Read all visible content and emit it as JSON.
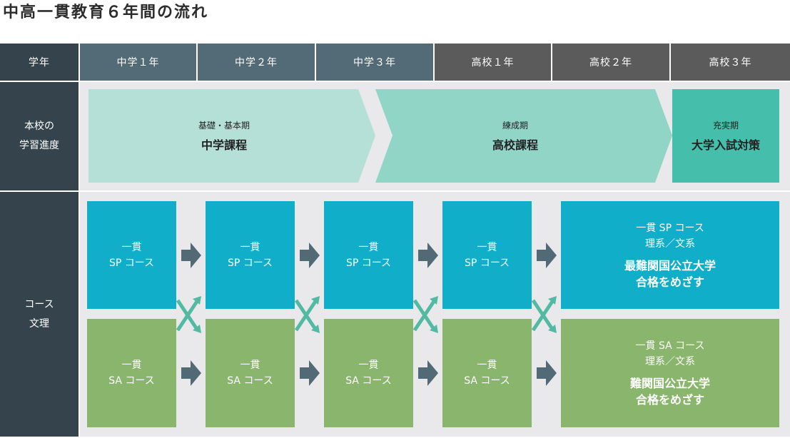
{
  "title": "中高一貫教育６年間の流れ",
  "header": {
    "label": "学年",
    "years": [
      "中学１年",
      "中学２年",
      "中学３年",
      "高校１年",
      "高校２年",
      "高校３年"
    ]
  },
  "rows": {
    "progress_label_1": "本校の",
    "progress_label_2": "学習進度",
    "course_label_1": "コース",
    "course_label_2": "文理"
  },
  "stages": [
    {
      "sub": "基礎・基本期",
      "main": "中学課程"
    },
    {
      "sub": "練成期",
      "main": "高校課程"
    },
    {
      "sub": "充実期",
      "main": "大学入試対策"
    }
  ],
  "sp_course": {
    "line1": "一貫",
    "line2": "SP コース"
  },
  "sa_course": {
    "line1": "一貫",
    "line2": "SA コース"
  },
  "sp_final": {
    "line1": "一貫 SP コース",
    "line2": "理系／文系",
    "goal1": "最難関国公立大学",
    "goal2": "合格をめざす"
  },
  "sa_final": {
    "line1": "一貫 SA コース",
    "line2": "理系／文系",
    "goal1": "難関国公立大学",
    "goal2": "合格をめざす"
  },
  "colors": {
    "header_dark": "#34434c",
    "middle_school": "#536b76",
    "high_school": "#5b5b5c",
    "stage1": "#b4e0d8",
    "stage2": "#91d5c7",
    "stage3": "#45bfab",
    "sp": "#11aeca",
    "sa": "#89b56c",
    "arrow": "#526a75",
    "cross": "#52b9a2"
  }
}
